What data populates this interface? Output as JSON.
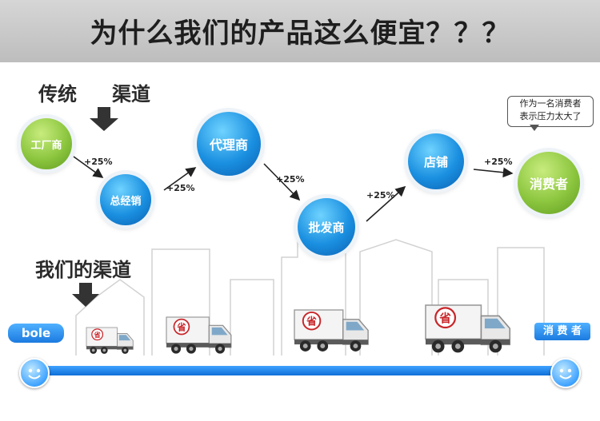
{
  "title": "为什么我们的产品这么便宜？？？",
  "traditional": {
    "label_left": "传统",
    "label_right": "渠道",
    "nodes": [
      "工厂商",
      "总经销",
      "代理商",
      "批发商",
      "店铺",
      "消费者"
    ],
    "markups": [
      "+25%",
      "+25%",
      "+25%",
      "+25%",
      "+25%"
    ],
    "bubble_line1": "作为一名消费者",
    "bubble_line2": "表示压力太大了"
  },
  "ours": {
    "label": "我们的渠道",
    "brand": "bole",
    "end_tag": "消 费 者",
    "truck_mark": "省"
  },
  "colors": {
    "green": "#8cc63f",
    "blue": "#1a8fe0",
    "banner": "#c8c8c8"
  }
}
